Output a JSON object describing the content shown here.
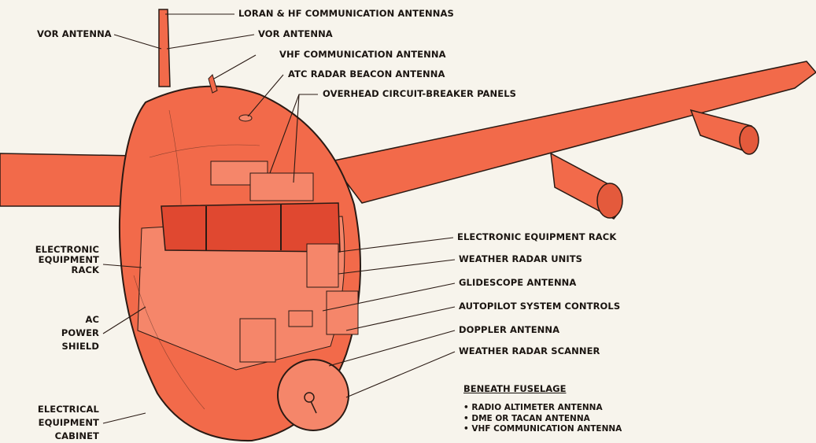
{
  "labels": {
    "loran": "LORAN & HF COMMUNICATION ANTENNAS",
    "vor_left": "VOR ANTENNA",
    "vor_right": "VOR ANTENNA",
    "vhf": "VHF COMMUNICATION ANTENNA",
    "atc": "ATC RADAR BEACON ANTENNA",
    "overhead": "OVERHEAD CIRCUIT-BREAKER PANELS",
    "elec_rack_right": "ELECTRONIC EQUIPMENT RACK",
    "weather_units": "WEATHER RADAR UNITS",
    "glidescope": "GLIDESCOPE ANTENNA",
    "autopilot": "AUTOPILOT SYSTEM CONTROLS",
    "doppler": "DOPPLER ANTENNA",
    "scanner": "WEATHER RADAR SCANNER",
    "elec_rack_left": [
      "ELECTRONIC",
      "EQUIPMENT",
      "RACK"
    ],
    "ac_power": [
      "AC",
      "POWER",
      "SHIELD"
    ],
    "elec_cabinet": [
      "ELECTRICAL",
      "EQUIPMENT",
      "CABINET"
    ]
  },
  "beneath": {
    "title": "BENEATH FUSELAGE",
    "items": [
      "RADIO ALTIMETER ANTENNA",
      "DME OR TACAN ANTENNA",
      "VHF COMMUNICATION ANTENNA"
    ]
  },
  "colors": {
    "airframe": "#f26a4a",
    "airframe_light": "#f5866a",
    "airframe_dark": "#d94e33",
    "outline": "#2a1a14",
    "background": "#f7f4ec"
  }
}
